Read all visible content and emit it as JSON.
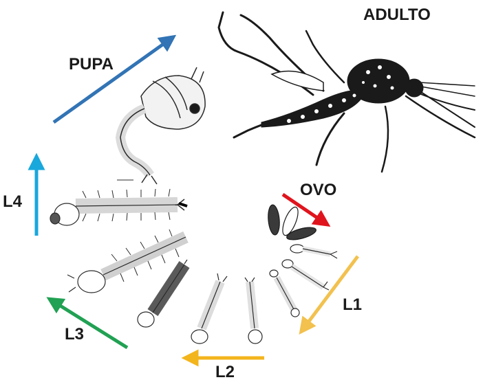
{
  "stages": {
    "adult": "ADULTO",
    "pupa": "PUPA",
    "egg": "OVO",
    "l1": "L1",
    "l2": "L2",
    "l3": "L3",
    "l4": "L4"
  },
  "colors": {
    "pupa_arrow": "#3274b5",
    "egg_arrow": "#e0141d",
    "l1_arrow": "#f2c14e",
    "l2_arrow": "#f3b51c",
    "l3_arrow": "#21a153",
    "l4_arrow": "#19a8dc",
    "ink": "#1a1a1a"
  }
}
